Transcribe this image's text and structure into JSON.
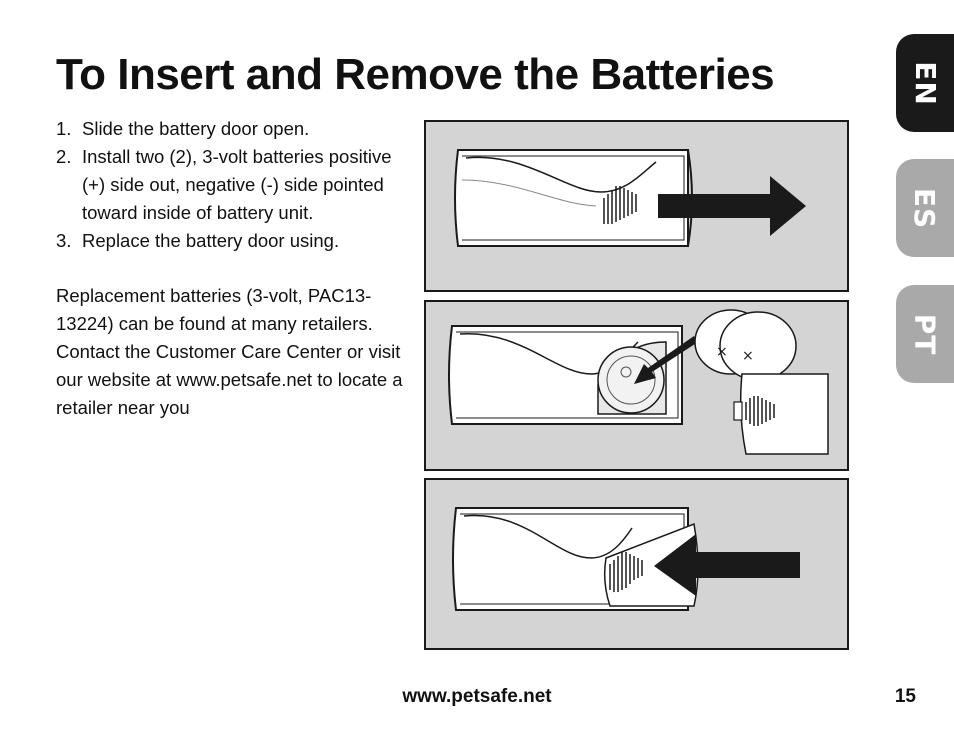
{
  "page": {
    "title": "To Insert and Remove the Batteries",
    "steps": [
      {
        "num": "1.",
        "text": "Slide the battery door open."
      },
      {
        "num": "2.",
        "text": "Install two (2), 3-volt batteries positive (+) side out, negative (-) side pointed toward inside of battery unit."
      },
      {
        "num": "3.",
        "text": "Replace the battery door using."
      }
    ],
    "note": "Replacement batteries (3-volt, PAC13-13224) can be found at many retailers. Contact the Customer Care Center or visit our website at www.petsafe.net to locate a retailer near you"
  },
  "language_tabs": [
    {
      "label": "EN",
      "active": true,
      "color": "#1a1a1a"
    },
    {
      "label": "ES",
      "active": false,
      "color": "#a9a9a9"
    },
    {
      "label": "PT",
      "active": false,
      "color": "#a9a9a9"
    }
  ],
  "illustrations": [
    {
      "name": "slide-door-open",
      "arrow": "right"
    },
    {
      "name": "install-batteries",
      "battery_marks": [
        "×",
        "×"
      ]
    },
    {
      "name": "replace-door",
      "arrow": "left"
    }
  ],
  "footer": {
    "url": "www.petsafe.net",
    "page_number": "15"
  },
  "colors": {
    "panel_bg": "#d4d4d4",
    "text": "#111111",
    "tab_active": "#1a1a1a",
    "tab_inactive": "#a9a9a9"
  }
}
